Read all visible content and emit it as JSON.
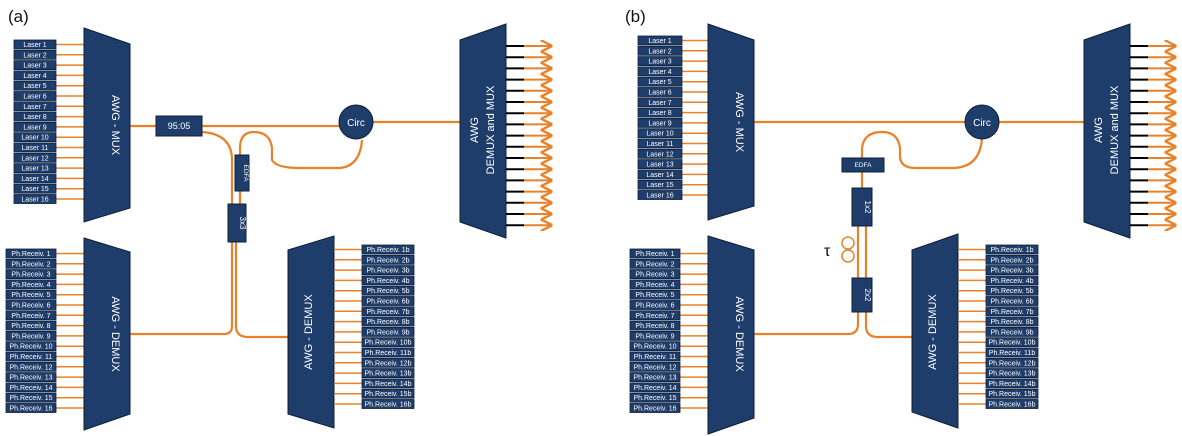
{
  "panels": {
    "a": {
      "label": "(a)",
      "lasers": [
        "Laser 1",
        "Laser 2",
        "Laser 3",
        "Laser 4",
        "Laser 5",
        "Laser 6",
        "Laser 7",
        "Laser 8",
        "Laser 9",
        "Laser 10",
        "Laser 11",
        "Laser 12",
        "Laser 13",
        "Laser 14",
        "Laser 15",
        "Laser 16"
      ],
      "receivers": [
        "Ph.Receiv. 1",
        "Ph.Receiv. 2",
        "Ph.Receiv. 3",
        "Ph.Receiv. 4",
        "Ph.Receiv. 5",
        "Ph.Receiv. 6",
        "Ph.Receiv. 7",
        "Ph.Receiv. 8",
        "Ph.Receiv. 9",
        "Ph.Receiv. 10",
        "Ph.Receiv. 11",
        "Ph.Receiv. 12",
        "Ph.Receiv. 13",
        "Ph.Receiv. 14",
        "Ph.Receiv. 15",
        "Ph.Receiv. 16"
      ],
      "receivers_b": [
        "Ph.Receiv. 1b",
        "Ph.Receiv. 2b",
        "Ph.Receiv. 3b",
        "Ph.Receiv. 4b",
        "Ph.Receiv. 5b",
        "Ph.Receiv. 6b",
        "Ph.Receiv. 7b",
        "Ph.Receiv. 8b",
        "Ph.Receiv. 9b",
        "Ph.Receiv. 10b",
        "Ph.Receiv. 11b",
        "Ph.Receiv. 12b",
        "Ph.Receiv. 13b",
        "Ph.Receiv. 14b",
        "Ph.Receiv. 15b",
        "Ph.Receiv. 16b"
      ],
      "mux": "AWG - MUX",
      "demux_main": "AWG - DEMUX",
      "demux_b": "AWG - DEMUX",
      "right_awg": [
        "AWG",
        "DEMUX and MUX"
      ],
      "splitter": "95:05",
      "circ": "Circ",
      "edfa": "EDFA",
      "coupler": "3x3"
    },
    "b": {
      "label": "(b)",
      "lasers": [
        "Laser 1",
        "Laser 2",
        "Laser 3",
        "Laser 4",
        "Laser 5",
        "Laser 6",
        "Laser 7",
        "Laser 8",
        "Laser 9",
        "Laser 10",
        "Laser 11",
        "Laser 12",
        "Laser 13",
        "Laser 14",
        "Laser 15",
        "Laser 16"
      ],
      "receivers": [
        "Ph.Receiv. 1",
        "Ph.Receiv. 2",
        "Ph.Receiv. 3",
        "Ph.Receiv. 4",
        "Ph.Receiv. 5",
        "Ph.Receiv. 6",
        "Ph.Receiv. 7",
        "Ph.Receiv. 8",
        "Ph.Receiv. 9",
        "Ph.Receiv. 10",
        "Ph.Receiv. 11",
        "Ph.Receiv. 12",
        "Ph.Receiv. 13",
        "Ph.Receiv. 14",
        "Ph.Receiv. 15",
        "Ph.Receiv. 16"
      ],
      "receivers_b": [
        "Ph.Receiv. 1b",
        "Ph.Receiv. 2b",
        "Ph.Receiv. 3b",
        "Ph.Receiv. 4b",
        "Ph.Receiv. 5b",
        "Ph.Receiv. 6b",
        "Ph.Receiv. 7b",
        "Ph.Receiv. 8b",
        "Ph.Receiv. 9b",
        "Ph.Receiv. 10b",
        "Ph.Receiv. 11b",
        "Ph.Receiv. 12b",
        "Ph.Receiv. 13b",
        "Ph.Receiv. 14b",
        "Ph.Receiv. 15b",
        "Ph.Receiv. 16b"
      ],
      "mux": "AWG - MUX",
      "demux_main": "AWG - DEMUX",
      "demux_b": "AWG - DEMUX",
      "right_awg": [
        "AWG",
        "DEMUX and MUX"
      ],
      "circ": "Circ",
      "edfa": "EDFA",
      "splitter_1x2": "1x2",
      "coupler_2x2": "2x2",
      "delay": "τ"
    }
  },
  "colors": {
    "block": "#1f3d6b",
    "block_edge": "#0e1f3a",
    "fiber": "#e8822a",
    "port": "#000000"
  }
}
